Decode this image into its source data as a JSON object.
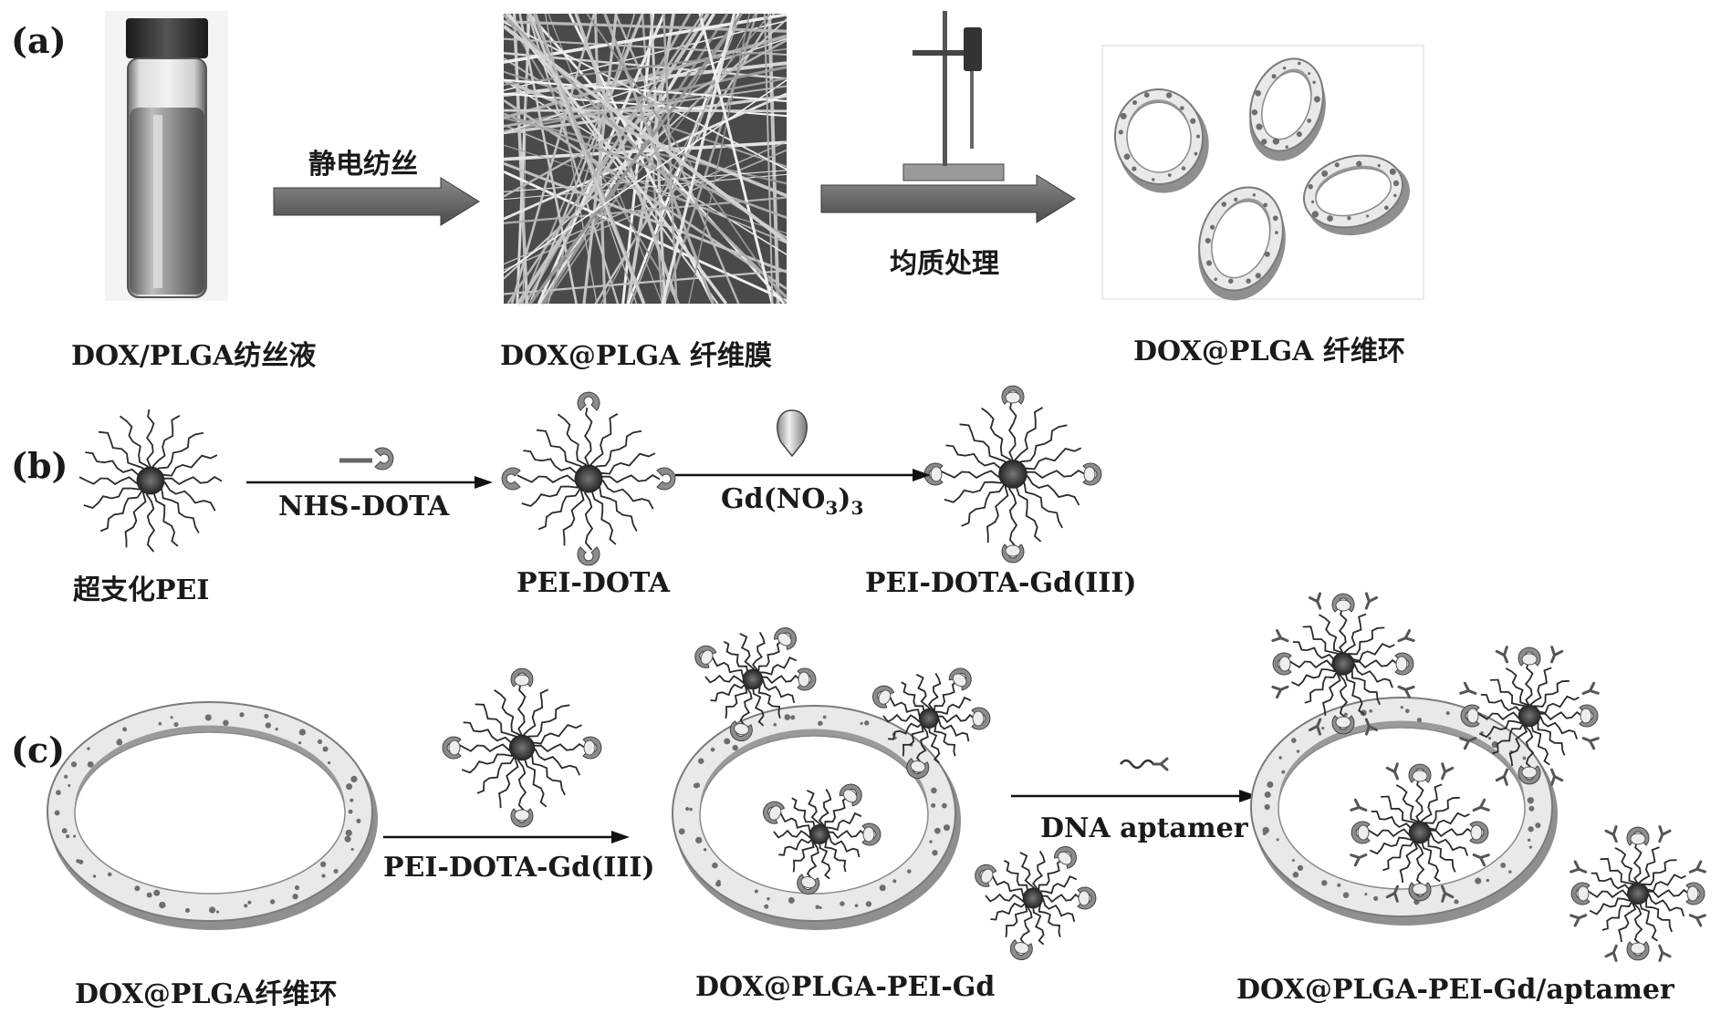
{
  "panels": {
    "a": {
      "label": "(a)",
      "items": [
        "DOX/PLGA纺丝液",
        "DOX@PLGA 纤维膜",
        "DOX@PLGA 纤维环"
      ],
      "steps": [
        "静电纺丝",
        "均质处理"
      ]
    },
    "b": {
      "label": "(b)",
      "items": [
        "超支化PEI",
        "PEI-DOTA",
        "PEI-DOTA-Gd(III)"
      ],
      "steps": [
        "NHS-DOTA",
        "Gd(NO3)3"
      ]
    },
    "c": {
      "label": "(c)",
      "items": [
        "DOX@PLGA纤维环",
        "DOX@PLGA-PEI-Gd",
        "DOX@PLGA-PEI-Gd/aptamer"
      ],
      "steps": [
        "PEI-DOTA-Gd(III)",
        "DNA aptamer"
      ]
    }
  },
  "gd_formula": {
    "base": "Gd(NO",
    "sub1": "3",
    "close": ")",
    "sub2": "3"
  }
}
